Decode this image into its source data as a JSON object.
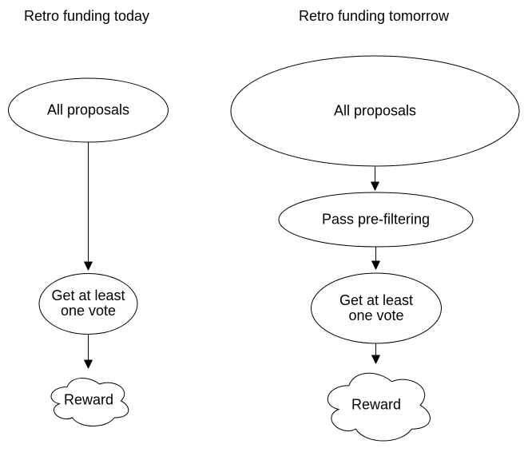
{
  "diagram": {
    "background_color": "#ffffff",
    "stroke_color": "#000000",
    "text_color": "#000000",
    "columns": [
      {
        "title": "Retro funding today",
        "nodes": [
          {
            "shape": "ellipse",
            "label": "All proposals"
          },
          {
            "shape": "ellipse",
            "label": "Get at least\none vote"
          },
          {
            "shape": "cloud",
            "label": "Reward"
          }
        ]
      },
      {
        "title": "Retro funding tomorrow",
        "nodes": [
          {
            "shape": "ellipse",
            "label": "All proposals"
          },
          {
            "shape": "ellipse",
            "label": "Pass pre-filtering"
          },
          {
            "shape": "ellipse",
            "label": "Get at least\none vote"
          },
          {
            "shape": "cloud",
            "label": "Reward"
          }
        ]
      }
    ]
  }
}
